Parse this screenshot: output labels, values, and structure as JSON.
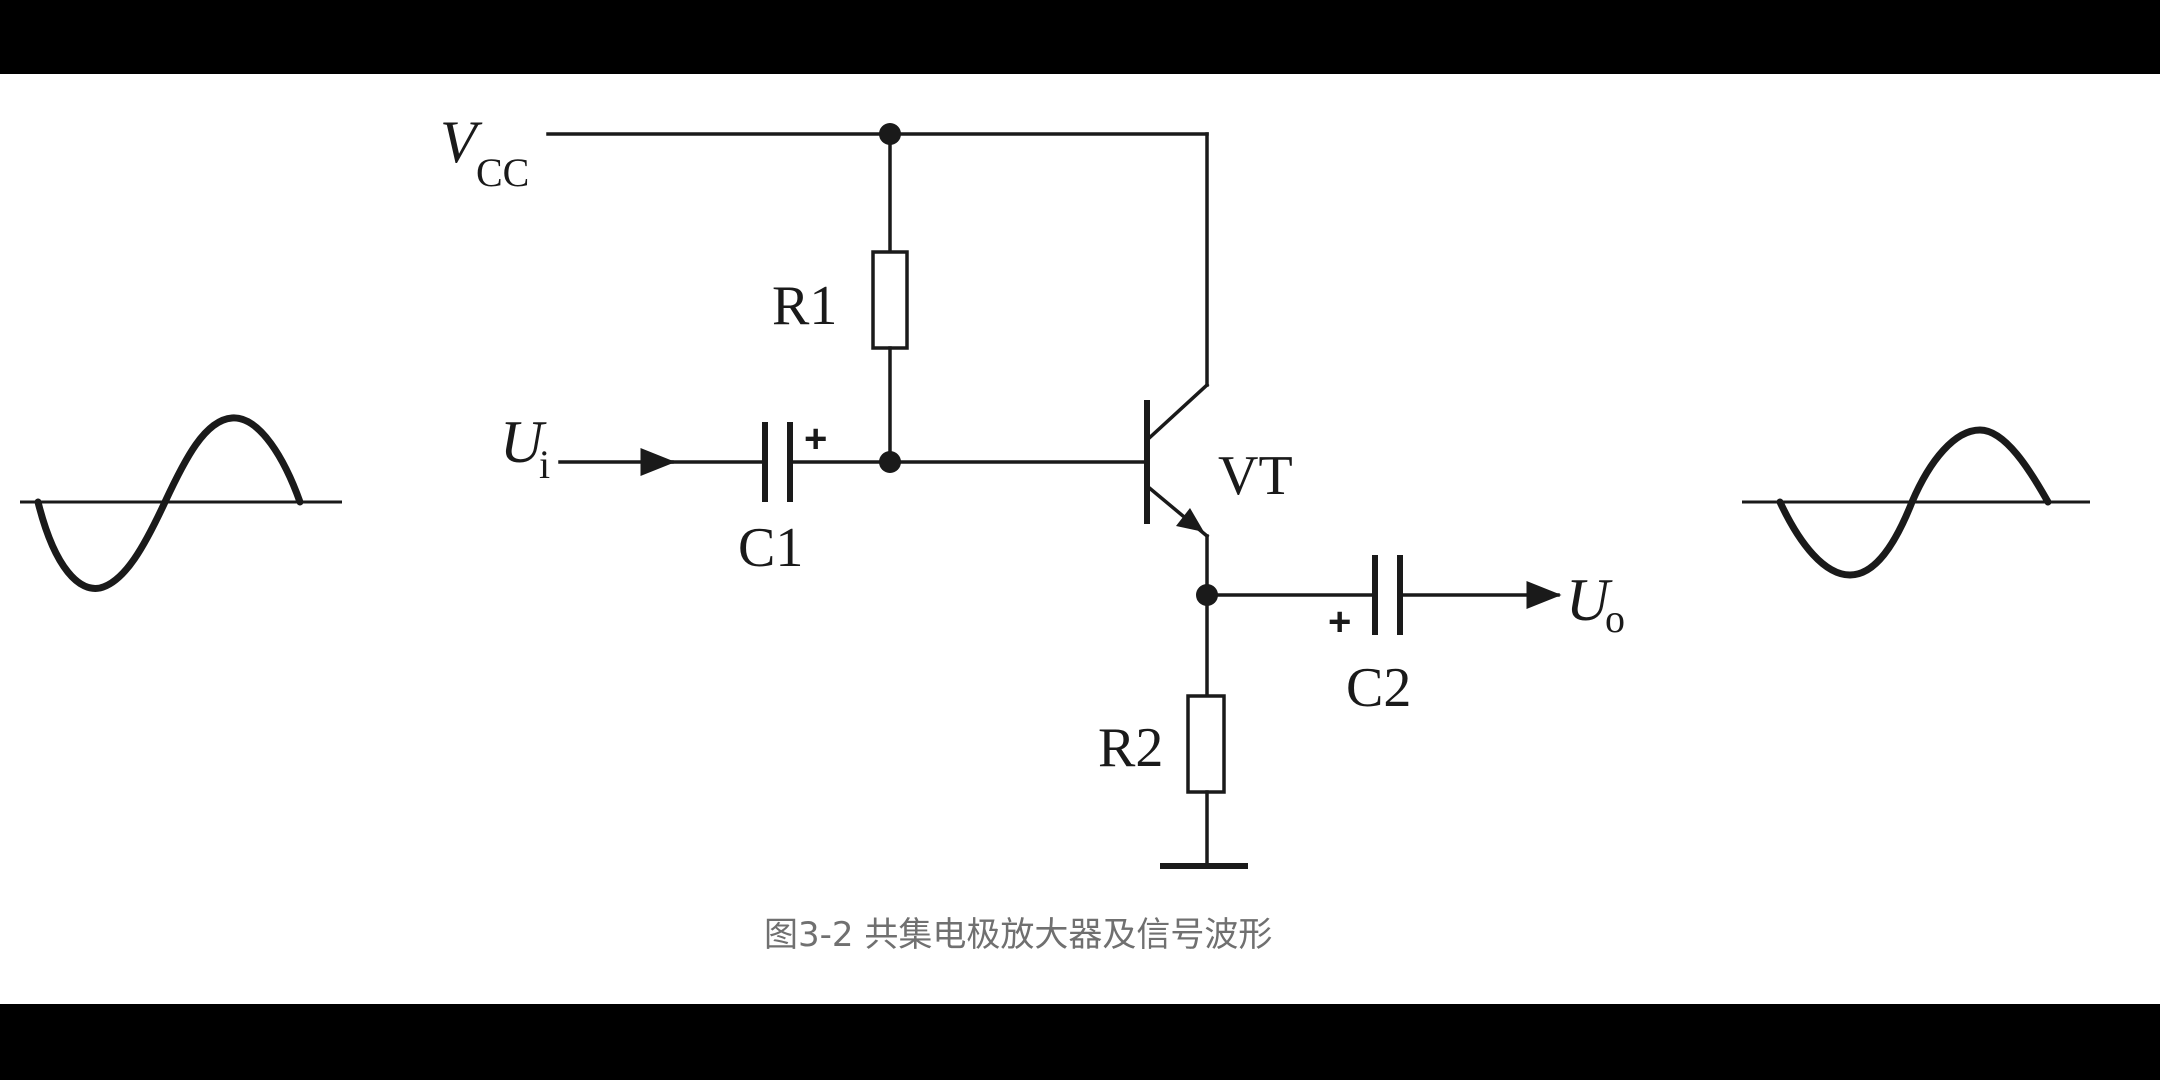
{
  "labels": {
    "vcc_main": "V",
    "vcc_sub": "CC",
    "r1": "R1",
    "r2": "R2",
    "c1": "C1",
    "c2": "C2",
    "vt": "VT",
    "ui_main": "U",
    "ui_sub": "i",
    "uo_main": "U",
    "uo_sub": "o",
    "plus_c1": "+",
    "plus_c2": "+"
  },
  "caption": "图3-2 共集电极放大器及信号波形",
  "colors": {
    "background": "#ffffff",
    "letterbox": "#000000",
    "stroke": "#1a1a1a",
    "caption": "#707070"
  }
}
